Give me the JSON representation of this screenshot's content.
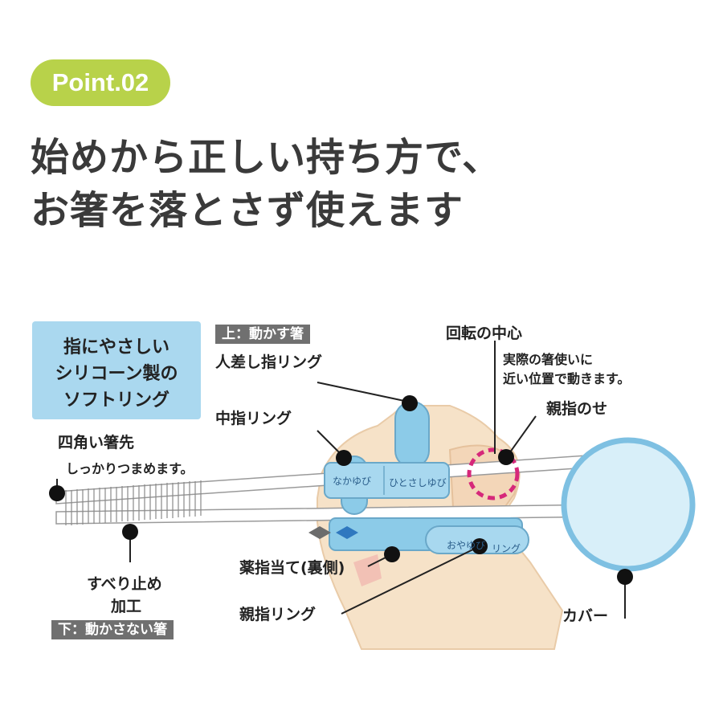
{
  "badge": "Point.02",
  "headline": {
    "line1": "始めから正しい持ち方で、",
    "line2": "お箸を落とさず使えます"
  },
  "panel": {
    "line1": "指にやさしい",
    "line2": "シリコーン製の",
    "line3": "ソフトリング"
  },
  "labels": {
    "upper_tag": "上：動かす箸",
    "index_ring": "人差し指リング",
    "middle_ring": "中指リング",
    "square_tip": "四角い箸先",
    "square_tip_note": "しっかりつまめます。",
    "rotation_center": "回転の中心",
    "rotation_note_1": "実際の箸使いに",
    "rotation_note_2": "近い位置で動きます。",
    "thumb_rest": "親指のせ",
    "ring_finger_rest": "薬指当て(裏側)",
    "thumb_ring": "親指リング",
    "anti_slip_1": "すべり止め",
    "anti_slip_2": "加工",
    "cover": "カバー",
    "lower_tag": "下：動かさない箸"
  },
  "ring_text": {
    "nakayubi": "なかゆび",
    "hitosashiyubi": "ひとさしゆび",
    "oyayubi": "おやゆび",
    "ring": "リング"
  },
  "colors": {
    "badge": "#b8d24a",
    "panel": "#aad8ef",
    "ring_blue": "#8ccbe8",
    "skin": "#f6e2c8",
    "pivot_pink": "#d6287a",
    "tag_gray": "#707070"
  }
}
